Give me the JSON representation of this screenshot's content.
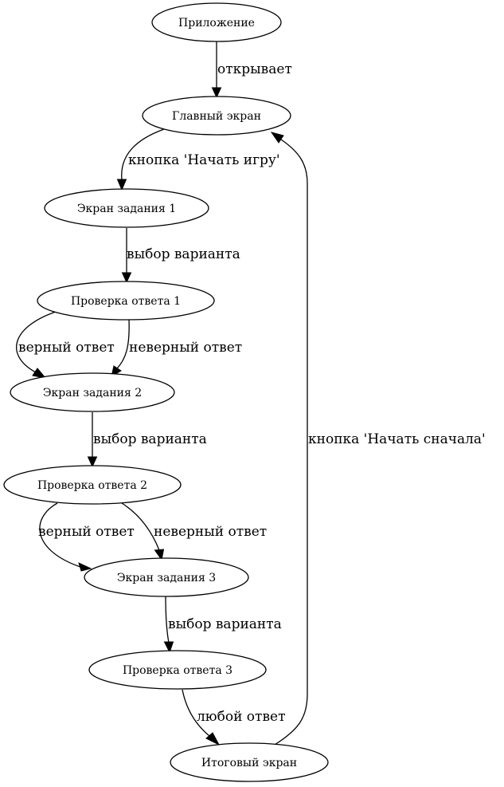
{
  "diagram": {
    "type": "flowchart",
    "nodes": [
      {
        "id": "app",
        "label": "Приложение"
      },
      {
        "id": "main",
        "label": "Главный экран"
      },
      {
        "id": "task1",
        "label": "Экран задания 1"
      },
      {
        "id": "check1",
        "label": "Проверка ответа 1"
      },
      {
        "id": "task2",
        "label": "Экран задания 2"
      },
      {
        "id": "check2",
        "label": "Проверка ответа 2"
      },
      {
        "id": "task3",
        "label": "Экран задания 3"
      },
      {
        "id": "check3",
        "label": "Проверка ответа 3"
      },
      {
        "id": "final",
        "label": "Итоговый экран"
      }
    ],
    "edges": [
      {
        "from": "app",
        "to": "main",
        "label": "открывает"
      },
      {
        "from": "main",
        "to": "task1",
        "label": "кнопка 'Начать игру'"
      },
      {
        "from": "task1",
        "to": "check1",
        "label": "выбор варианта"
      },
      {
        "from": "check1",
        "to": "task2",
        "label": "верный ответ"
      },
      {
        "from": "check1",
        "to": "task2",
        "label": "неверный ответ"
      },
      {
        "from": "task2",
        "to": "check2",
        "label": "выбор варианта"
      },
      {
        "from": "check2",
        "to": "task3",
        "label": "верный ответ"
      },
      {
        "from": "check2",
        "to": "task3",
        "label": "неверный ответ"
      },
      {
        "from": "task3",
        "to": "check3",
        "label": "выбор варианта"
      },
      {
        "from": "check3",
        "to": "final",
        "label": "любой ответ"
      },
      {
        "from": "final",
        "to": "main",
        "label": "кнопка 'Начать сначала'"
      }
    ]
  }
}
